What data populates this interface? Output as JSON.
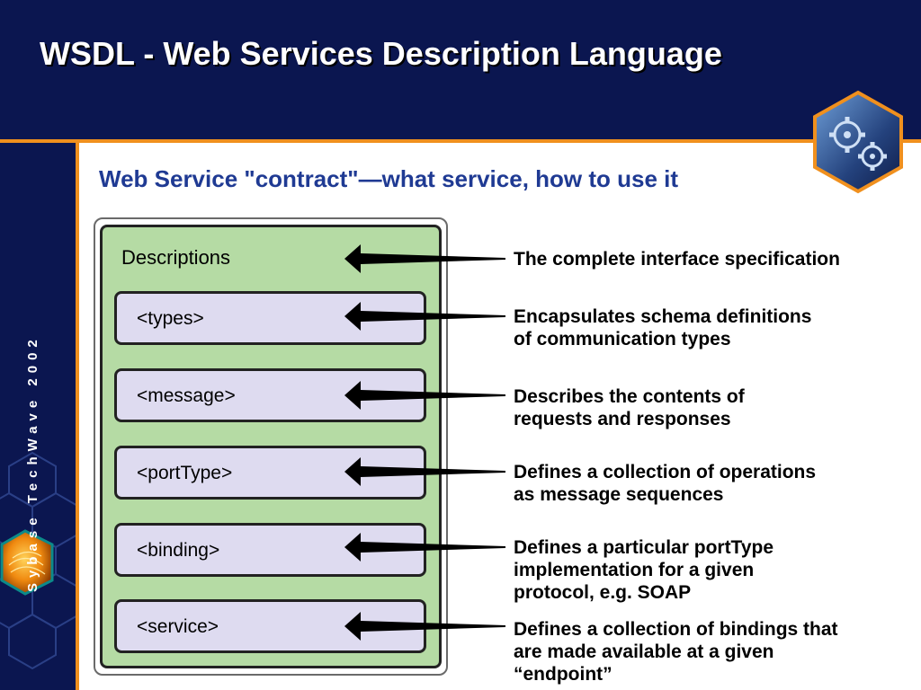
{
  "header": {
    "title": "WSDL - Web Services Description Language"
  },
  "sidebar": {
    "brand": "Sybase TechWave 2002"
  },
  "subtitle": "Web Service \"contract\"—what service, how to use it",
  "diagram": {
    "root_label": "Descriptions",
    "root_description": "The complete interface specification",
    "elements": [
      {
        "label": "<types>",
        "description": "Encapsulates schema definitions\nof communication types"
      },
      {
        "label": "<message>",
        "description": "Describes the contents of\nrequests and responses"
      },
      {
        "label": "<portType>",
        "description": "Defines a collection of operations\nas message sequences"
      },
      {
        "label": "<binding>",
        "description": "Defines a particular portType\nimplementation for a given\nprotocol, e.g. SOAP"
      },
      {
        "label": "<service>",
        "description": "Defines a collection of bindings that\nare made available at a given\n“endpoint”"
      }
    ]
  },
  "colors": {
    "navy": "#0b1650",
    "orange_accent": "#f0901e",
    "subtitle_blue": "#1f3a93",
    "panel_green": "#b5dba4",
    "box_lavender": "#dedbf0"
  },
  "icons": [
    "gear-logo-icon",
    "hexagon-decoration-icon",
    "arrow-left-icon"
  ]
}
